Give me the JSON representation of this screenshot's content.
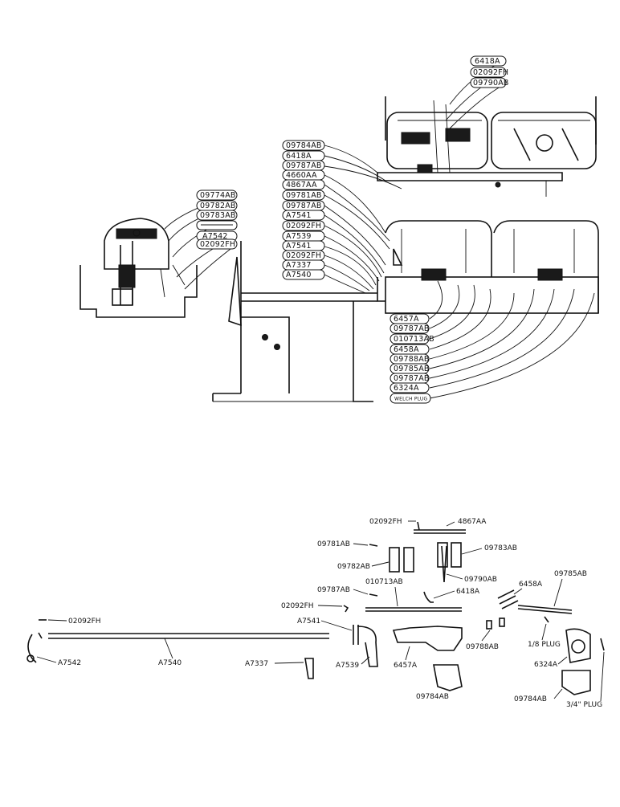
{
  "assembly_callouts": {
    "upper_right": [
      "6418A",
      "02092FH",
      "09790AB"
    ],
    "left_head": [
      "09774AB",
      "09782AB",
      "09783AB",
      "A7542",
      "02092FH"
    ],
    "center_stack": [
      "09784AB",
      "6418A",
      "09787AB",
      "4660AA",
      "4867AA",
      "09781AB",
      "09787AB",
      "A7541",
      "02092FH",
      "A7539",
      "A7541",
      "02092FH",
      "A7337",
      "A7540"
    ],
    "lower_stack": [
      "6457A",
      "09787AB",
      "010713AB",
      "6458A",
      "09788AB",
      "09785AB",
      "09787AB",
      "6324A",
      "WELCH PLUG"
    ]
  },
  "parts": {
    "p02092fh_top": "02092FH",
    "p4867aa": "4867AA",
    "p09781ab": "09781AB",
    "p09783ab": "09783AB",
    "p09782ab": "09782AB",
    "p09790ab": "09790AB",
    "p010713ab": "010713AB",
    "p6418a": "6418A",
    "p09785ab": "09785AB",
    "p6458a": "6458A",
    "p09787ab": "09787AB",
    "p02092fh_mid": "02092FH",
    "pa7541": "A7541",
    "p02092fh_left": "02092FH",
    "pa7542": "A7542",
    "pa7540": "A7540",
    "pa7337": "A7337",
    "pa7539": "A7539",
    "p6457a": "6457A",
    "p09788ab": "09788AB",
    "p18plug": "1/8 PLUG",
    "p6324a": "6324A",
    "p09784ab_mid": "09784AB",
    "p09784ab_right": "09784AB",
    "p34plug": "3/4\" PLUG"
  }
}
